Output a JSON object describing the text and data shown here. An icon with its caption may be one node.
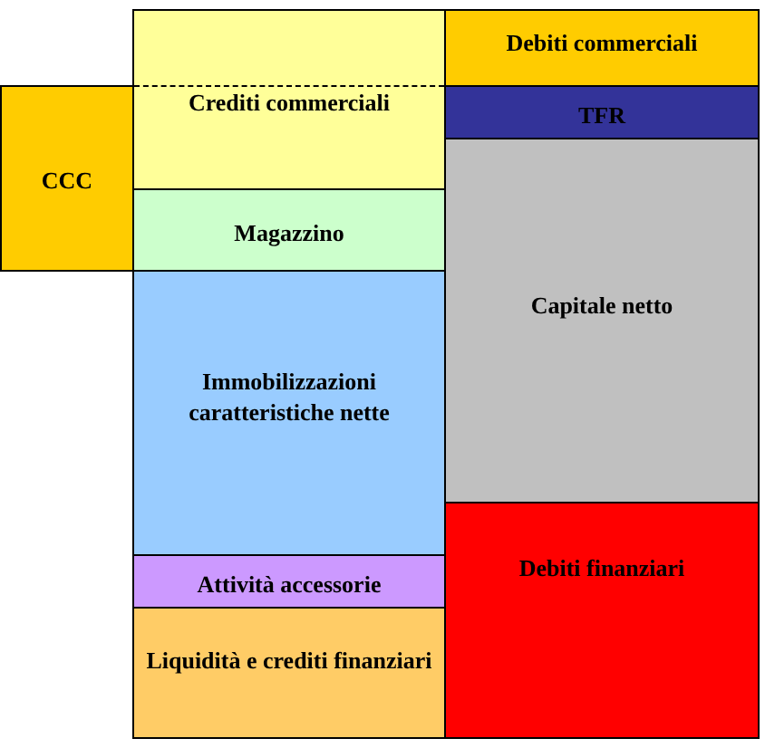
{
  "diagram": {
    "nodes": [
      {
        "text": [
          "CCC"
        ]
      },
      {
        "text": [
          "Crediti commerciali"
        ]
      },
      {
        "text": [
          "Magazzino"
        ]
      },
      {
        "text": [
          "Immobilizzazioni caratteristiche nette"
        ]
      },
      {
        "text": [
          "Attività accessorie"
        ]
      },
      {
        "text": [
          "Liquidità e crediti finanziari"
        ]
      },
      {
        "text": [
          "Debiti commerciali"
        ]
      },
      {
        "text": [
          "TFR"
        ]
      },
      {
        "text": [
          "Capitale netto"
        ]
      },
      {
        "text": [
          "Debiti finanziari"
        ]
      }
    ]
  }
}
